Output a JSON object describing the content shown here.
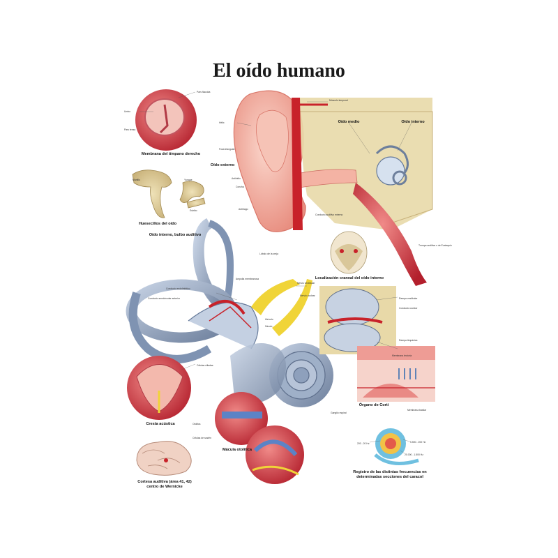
{
  "title": "El oído humano",
  "panels": {
    "eardrum": "Membrana del tímpano derecho",
    "ossicles": "Huesecillos del oído",
    "inner_ear": "Oído interno, bulbo auditivo",
    "outer_ear": "Oído externo",
    "middle_ear": "Oído medio",
    "inner_ear_short": "Oído interno",
    "skull": "Localización craneal del oído interno",
    "crista": "Cresta acústica",
    "macula": "Mácula otolítica",
    "corti": "Órgano de Corti",
    "cortex_line1": "Cortesa auditiva (área 41, 42)",
    "cortex_line2": "centro de Wernicke",
    "freq_line1": "Registro de las distintas frecuencias en",
    "freq_line2": "determinadas secciones del caracol"
  },
  "labels": {
    "pars_flaccida": "Pars flaccida",
    "umbo": "Umbo",
    "tensor": "Pars tensa",
    "hammer": "Martillo",
    "incus": "Yunque",
    "stapes": "Estribo",
    "temporal": "Músculo temporal",
    "helix": "Hélix",
    "antihelix": "Antihélix",
    "concha": "Concha",
    "tragus": "Fosa triangular",
    "lobule": "Lóbulo de la oreja",
    "antitragus": "Antitrago",
    "ext_canal": "Conducto auditivo externo",
    "eustachian": "Trompa auditiva o de Eustaquio",
    "vestibular_nerve": "Nervio vestibular",
    "cochlear_nerve": "Nervio coclear",
    "ampulla": "Ampolla membranosa",
    "utricle": "Utrículo",
    "saccule": "Sáculo",
    "endolymph": "Conducto endolinfático",
    "semicircular": "Conducto semicircular anterior",
    "scala_vestibuli": "Rampa vestibular",
    "scala_tympani": "Rampa timpánica",
    "cochlear_duct": "Conducto coclear",
    "spiral_ganglion": "Ganglio espiral",
    "tectorial": "Membrana tectoria",
    "hair_cells": "Células ciliadas",
    "basilar": "Membrana basilar",
    "otoliths": "Otolitos",
    "support_cells": "Células de sostén",
    "freq_low": "200 - 20 Hz",
    "freq_mid": "1.500 - 200 Hz",
    "freq_high": "20.000 - 1.500 Hz"
  },
  "colors": {
    "flesh": "#f2a99c",
    "bone": "#e8d9a8",
    "canal_blue": "#8fa4bf",
    "vessel_red": "#c8222a",
    "nerve_yellow": "#f0d438"
  }
}
